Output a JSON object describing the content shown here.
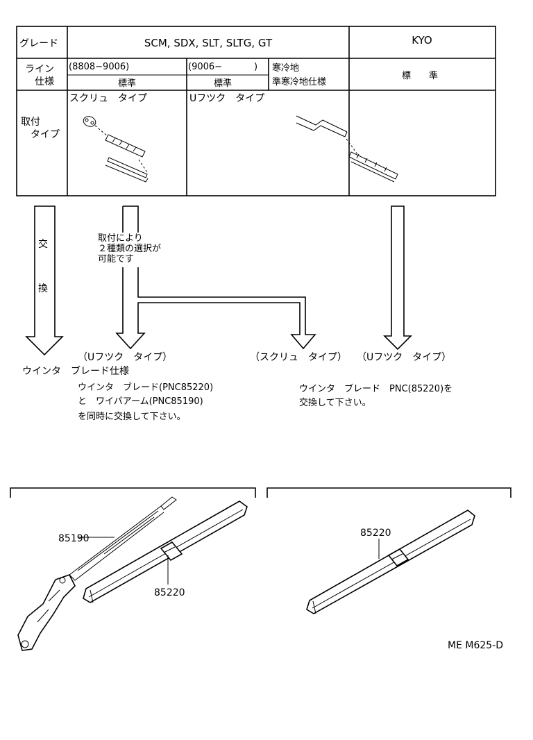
{
  "table": {
    "grade_header": "グレード",
    "grade_models": "SCM, SDX, SLT, SLTG, GT",
    "grade_kyo": "KYO",
    "line_header_1": "ライン",
    "line_header_2": "仕様",
    "col1_period": "(8808−9006)",
    "col1_spec": "標準",
    "col2_period": "(9006−",
    "col2_close": ")",
    "col2_spec": "標準",
    "col3_spec_1": "寒冷地",
    "col3_spec_2": "準寒冷地仕様",
    "col4_spec": "標　　準",
    "mount_header_1": "取付",
    "mount_header_2": "タイプ",
    "screw_type": "スクリュ　タイプ",
    "ufook_type": "Uフツク　タイプ"
  },
  "flow": {
    "exchange_1": "交",
    "exchange_2": "換",
    "choice_1": "取付により",
    "choice_2": "２種類の選択が",
    "choice_3": "可能です",
    "ufook_paren": "（Uフツク　タイプ）",
    "screw_paren": "（スクリュ　タイプ）",
    "ufook_paren_2": "（Uフツク　タイプ）",
    "winter_label": "ウインタ　ブレード仕様",
    "left_note_1": "ウインタ　ブレード(PNC85220)",
    "left_note_2": "と　ワイパアーム(PNC85190)",
    "left_note_3": "を同時に交換して下さい。",
    "right_note_1": "ウインタ　ブレード　PNC(85220)を",
    "right_note_2": "交換して下さい。"
  },
  "parts": {
    "arm_number": "85190",
    "blade_number_left": "85220",
    "blade_number_right": "85220"
  },
  "footer": {
    "code": "ME M625-D"
  }
}
